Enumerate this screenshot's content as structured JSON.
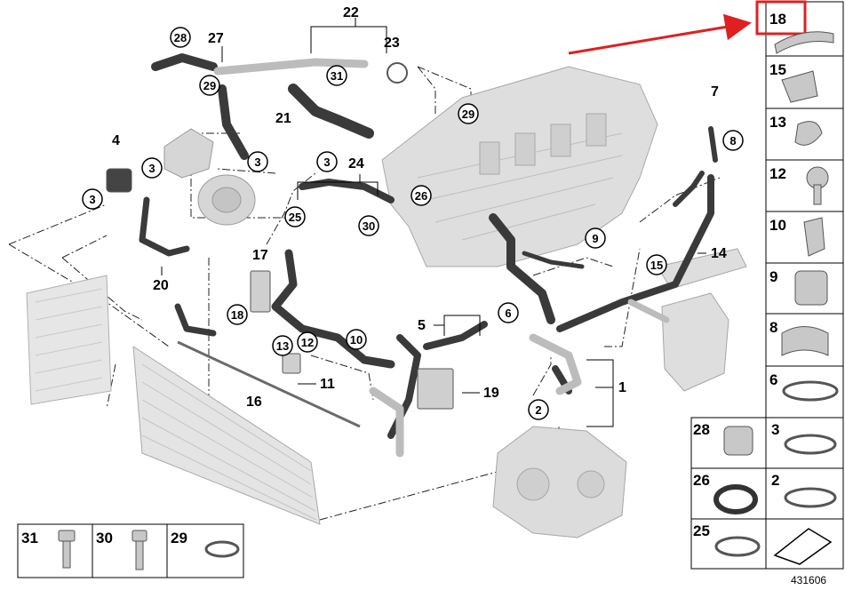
{
  "catalog_number": "431606",
  "highlight_color": "#e02020",
  "hose_color": "#3a3a3a",
  "part_color": "#d8d8d8",
  "callouts_plain": [
    {
      "id": "c1",
      "text": "1"
    },
    {
      "id": "c4",
      "text": "4"
    },
    {
      "id": "c5",
      "text": "5"
    },
    {
      "id": "c7",
      "text": "7"
    },
    {
      "id": "c11",
      "text": "11"
    },
    {
      "id": "c14",
      "text": "14"
    },
    {
      "id": "c16",
      "text": "16"
    },
    {
      "id": "c17",
      "text": "17"
    },
    {
      "id": "c19",
      "text": "19"
    },
    {
      "id": "c20",
      "text": "20"
    },
    {
      "id": "c21",
      "text": "21"
    },
    {
      "id": "c22",
      "text": "22"
    },
    {
      "id": "c23",
      "text": "23"
    },
    {
      "id": "c24",
      "text": "24"
    },
    {
      "id": "c27",
      "text": "27"
    }
  ],
  "callouts_circled": [
    {
      "id": "k28",
      "text": "28"
    },
    {
      "id": "k29a",
      "text": "29"
    },
    {
      "id": "k29b",
      "text": "29"
    },
    {
      "id": "k31",
      "text": "31"
    },
    {
      "id": "k3a",
      "text": "3"
    },
    {
      "id": "k3b",
      "text": "3"
    },
    {
      "id": "k3c",
      "text": "3"
    },
    {
      "id": "k3d",
      "text": "3"
    },
    {
      "id": "k8",
      "text": "8"
    },
    {
      "id": "k26",
      "text": "26"
    },
    {
      "id": "k25",
      "text": "25"
    },
    {
      "id": "k30",
      "text": "30"
    },
    {
      "id": "k9",
      "text": "9"
    },
    {
      "id": "k15",
      "text": "15"
    },
    {
      "id": "k18",
      "text": "18"
    },
    {
      "id": "k13",
      "text": "13"
    },
    {
      "id": "k12",
      "text": "12"
    },
    {
      "id": "k10",
      "text": "10"
    },
    {
      "id": "k6",
      "text": "6"
    },
    {
      "id": "k2",
      "text": "2"
    }
  ],
  "parts_column": [
    {
      "id": "p18",
      "num": "18",
      "highlighted": true
    },
    {
      "id": "p15",
      "num": "15",
      "highlighted": false
    },
    {
      "id": "p13",
      "num": "13",
      "highlighted": false
    },
    {
      "id": "p12",
      "num": "12",
      "highlighted": false
    },
    {
      "id": "p10",
      "num": "10",
      "highlighted": false
    },
    {
      "id": "p9",
      "num": "9",
      "highlighted": false
    },
    {
      "id": "p8",
      "num": "8",
      "highlighted": false
    },
    {
      "id": "p6",
      "num": "6",
      "highlighted": false
    }
  ],
  "parts_grid": [
    {
      "id": "g28",
      "num": "28"
    },
    {
      "id": "g3",
      "num": "3"
    },
    {
      "id": "g26",
      "num": "26"
    },
    {
      "id": "g2",
      "num": "2"
    },
    {
      "id": "g25",
      "num": "25"
    }
  ],
  "parts_bottom": [
    {
      "id": "b31",
      "num": "31"
    },
    {
      "id": "b30",
      "num": "30"
    },
    {
      "id": "b29",
      "num": "29"
    }
  ]
}
